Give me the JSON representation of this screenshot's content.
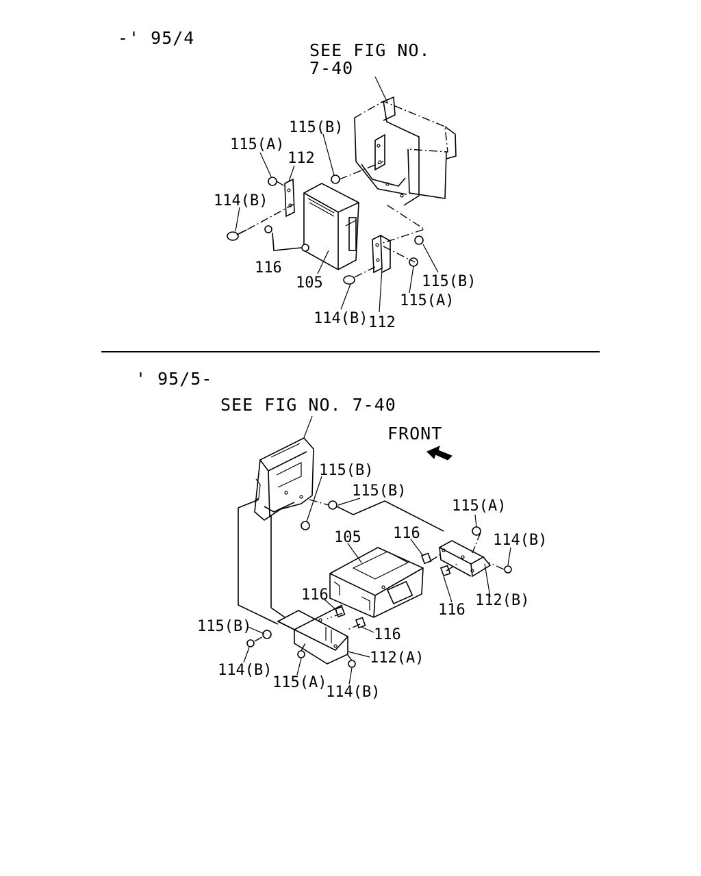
{
  "top_section": {
    "period": "-' 95/4",
    "see_fig_line1": "SEE FIG NO.",
    "see_fig_line2": "7-40",
    "labels": {
      "l115b_a": "115(B)",
      "l115a_a": "115(A)",
      "l112_a": "112",
      "l114b_a": "114(B)",
      "l116": "116",
      "l105": "105",
      "l115b_b": "115(B)",
      "l115a_b": "115(A)",
      "l114b_b": "114(B)",
      "l112_b": "112"
    }
  },
  "bottom_section": {
    "period": "' 95/5-",
    "see_fig": "SEE FIG NO. 7-40",
    "front": "FRONT",
    "labels": {
      "l115b_a": "115(B)",
      "l115b_b": "115(B)",
      "l105": "105",
      "l116_a": "116",
      "l115a_a": "115(A)",
      "l114b_a": "114(B)",
      "l116_b": "116",
      "l112b": "112(B)",
      "l116_c": "116",
      "l116_d": "116",
      "l115b_c": "115(B)",
      "l112a": "112(A)",
      "l114b_b": "114(B)",
      "l115a_b": "115(A)",
      "l114b_c": "114(B)"
    }
  }
}
